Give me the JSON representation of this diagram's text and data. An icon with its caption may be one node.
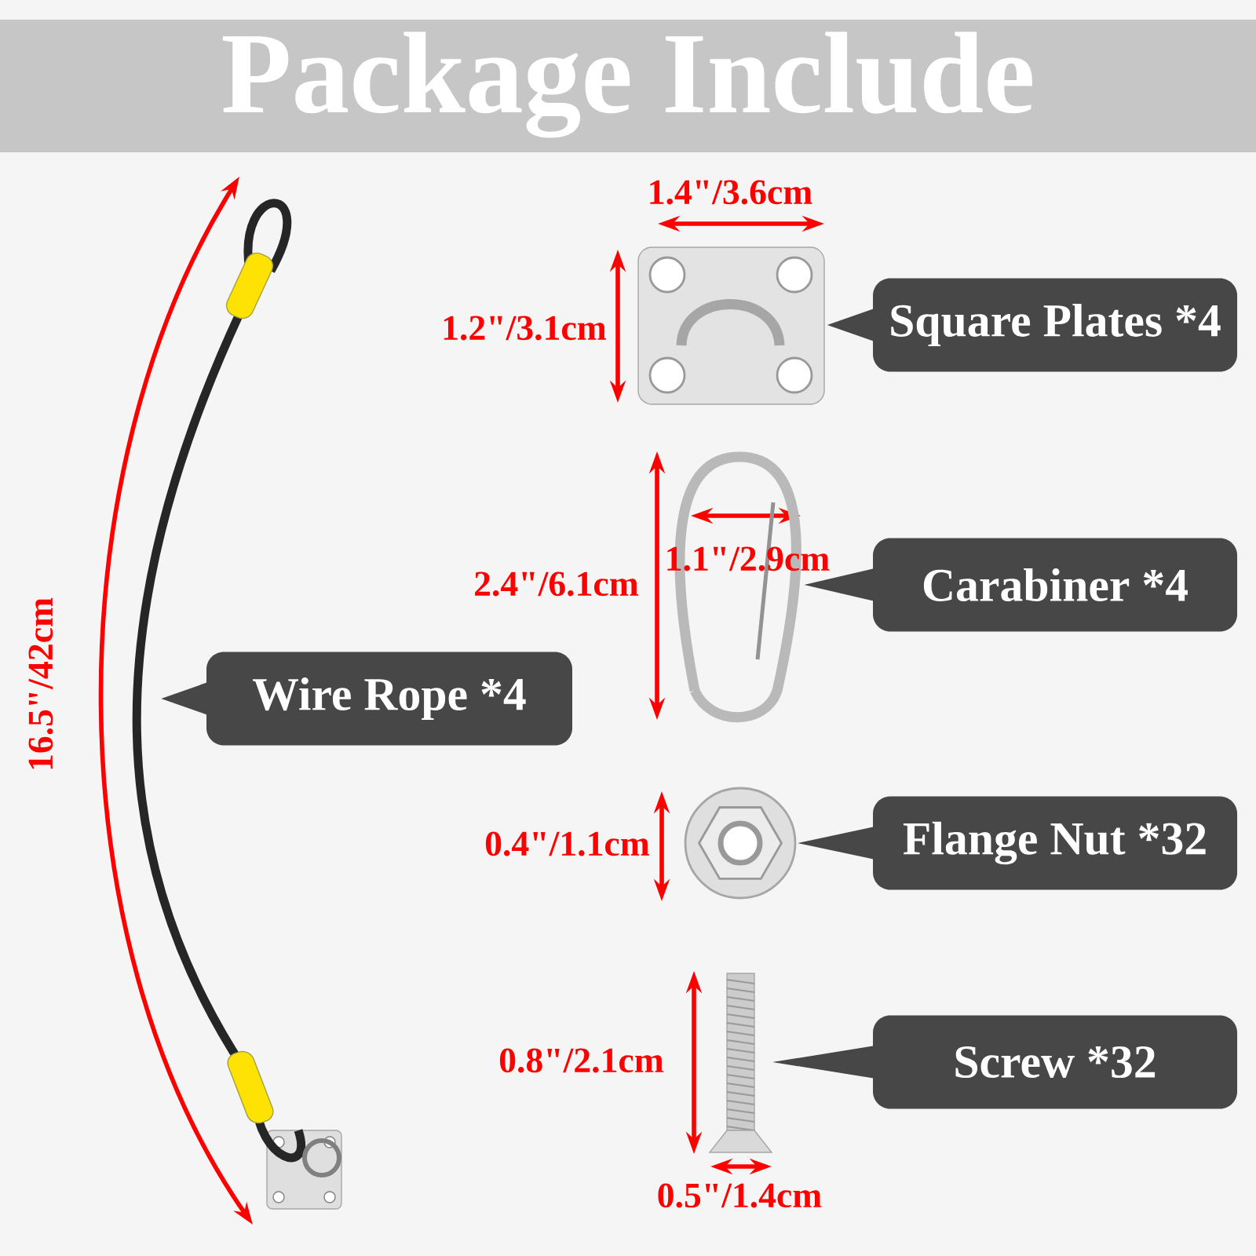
{
  "diagram": {
    "title": "Package Include",
    "nodes": [
      {
        "text": [],
        "shape": "picture"
      },
      {
        "text": [
          "Wire Rope *4"
        ]
      },
      {
        "text": [],
        "shape": "picture"
      },
      {
        "text": [
          "Square Plates *4"
        ]
      },
      {
        "text": [],
        "shape": "picture"
      },
      {
        "text": [
          "Carabiner *4"
        ]
      },
      {
        "text": [],
        "shape": "picture"
      },
      {
        "text": [
          "Flange Nut *32"
        ]
      },
      {
        "text": [],
        "shape": "picture"
      },
      {
        "text": [
          "Screw *32"
        ]
      }
    ],
    "edges": [
      {
        "from": 1,
        "to": 0,
        "arrow": "to"
      },
      {
        "from": 3,
        "to": 2,
        "arrow": "to"
      },
      {
        "from": 5,
        "to": 4,
        "arrow": "to"
      },
      {
        "from": 7,
        "to": 6,
        "arrow": "to"
      },
      {
        "from": 9,
        "to": 8,
        "arrow": "to"
      }
    ],
    "labels": [
      "1.4\"/3.6cm",
      "1.2\"/3.1cm",
      "2.4\"/6.1cm",
      "1.1\"/2.9cm",
      "16.5\"/42cm",
      "0.4\"/1.1cm",
      "0.8\"/2.1cm",
      "0.5\"/1.4cm"
    ]
  }
}
